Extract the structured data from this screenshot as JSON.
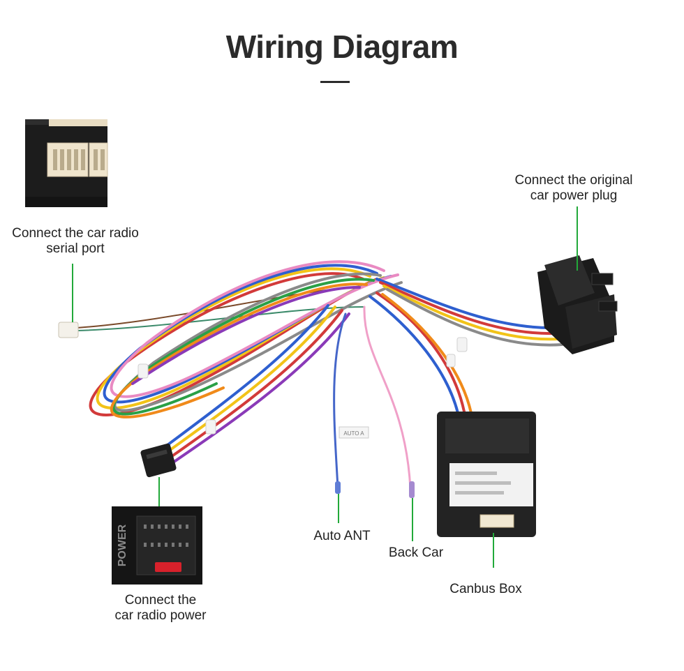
{
  "title": "Wiring Diagram",
  "labels": {
    "serial_port": [
      "Connect the car radio",
      "serial port"
    ],
    "power_plug": [
      "Connect the original",
      "car power plug"
    ],
    "auto_ant": "Auto ANT",
    "back_car": "Back Car",
    "canbus_box": "Canbus Box",
    "radio_power": [
      "Connect the",
      "car radio power"
    ],
    "power_connector_print": "POWER",
    "ant_tag_print": "AUTO A"
  },
  "colors": {
    "accent_leader": "#22a93a",
    "title": "#2b2b2b"
  }
}
